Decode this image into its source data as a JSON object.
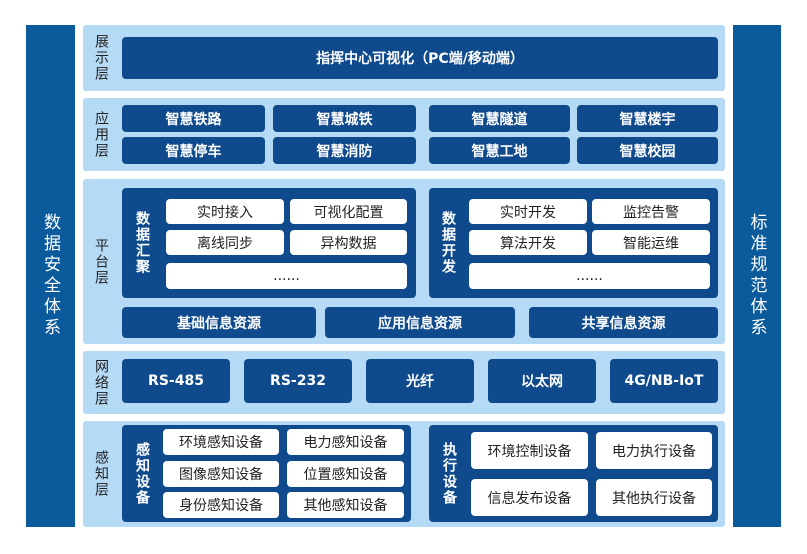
{
  "left_side": "数据安全体系",
  "right_side": "标准规范体系",
  "layers": {
    "display": {
      "label": "展示层",
      "item": "指挥中心可视化（PC端/移动端）"
    },
    "application": {
      "label": "应用层",
      "items": [
        "智慧铁路",
        "智慧城铁",
        "智慧隧道",
        "智慧楼宇",
        "智慧停车",
        "智慧消防",
        "智慧工地",
        "智慧校园"
      ]
    },
    "platform": {
      "label": "平台层",
      "left_group": {
        "title": "数据汇聚",
        "items": [
          "实时接入",
          "可视化配置",
          "离线同步",
          "异构数据",
          "......"
        ]
      },
      "right_group": {
        "title": "数据开发",
        "items": [
          "实时开发",
          "监控告警",
          "算法开发",
          "智能运维",
          "......"
        ]
      },
      "resources": [
        "基础信息资源",
        "应用信息资源",
        "共享信息资源"
      ]
    },
    "network": {
      "label": "网络层",
      "items": [
        "RS-485",
        "RS-232",
        "光纤",
        "以太网",
        "4G/NB-IoT"
      ]
    },
    "perception": {
      "label": "感知层",
      "left_group": {
        "title": "感知设备",
        "items": [
          "环境感知设备",
          "电力感知设备",
          "图像感知设备",
          "位置感知设备",
          "身份感知设备",
          "其他感知设备"
        ]
      },
      "right_group": {
        "title": "执行设备",
        "items": [
          "环境控制设备",
          "电力执行设备",
          "信息发布设备",
          "其他执行设备"
        ]
      }
    }
  },
  "colors": {
    "dark": "#0e4a8c",
    "side": "#0b5b9c",
    "layer": "#b5daf6"
  }
}
